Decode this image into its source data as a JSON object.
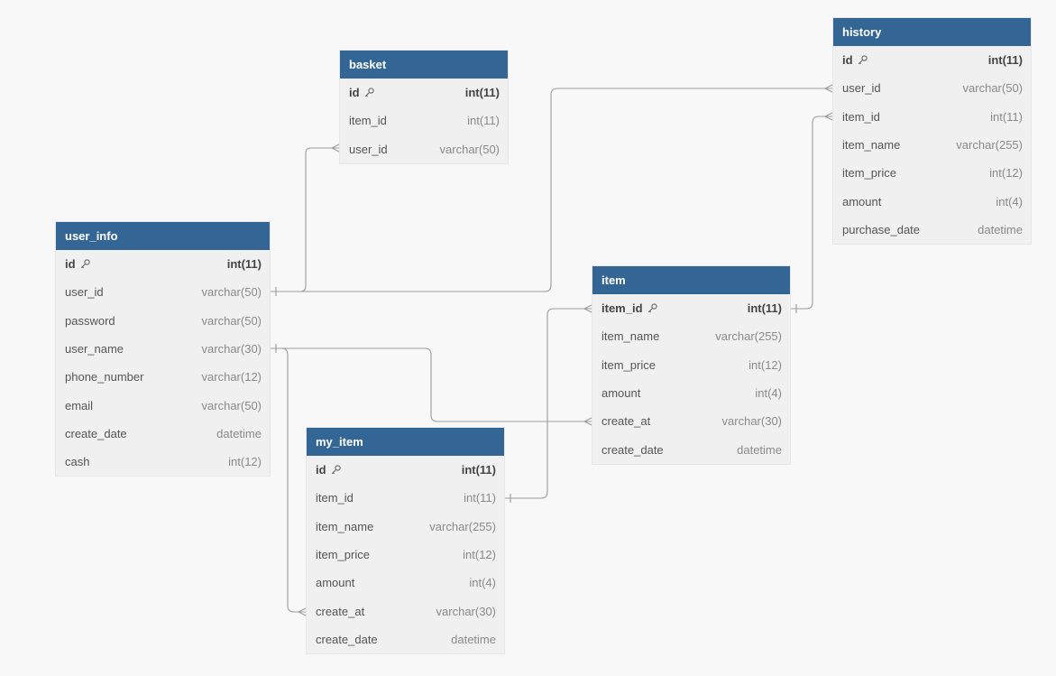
{
  "colors": {
    "canvas_bg": "#f8f8f8",
    "header_bg": "#336695",
    "header_text": "#ffffff",
    "table_bg": "#f0f0f0",
    "connector": "#9b9b9b"
  },
  "tables": {
    "basket": {
      "name": "basket",
      "columns": [
        {
          "name": "id",
          "type": "int(11)",
          "pk": true,
          "icon": "key-icon"
        },
        {
          "name": "item_id",
          "type": "int(11)"
        },
        {
          "name": "user_id",
          "type": "varchar(50)"
        }
      ]
    },
    "history": {
      "name": "history",
      "columns": [
        {
          "name": "id",
          "type": "int(11)",
          "pk": true,
          "icon": "key-icon"
        },
        {
          "name": "user_id",
          "type": "varchar(50)"
        },
        {
          "name": "item_id",
          "type": "int(11)"
        },
        {
          "name": "item_name",
          "type": "varchar(255)"
        },
        {
          "name": "item_price",
          "type": "int(12)"
        },
        {
          "name": "amount",
          "type": "int(4)"
        },
        {
          "name": "purchase_date",
          "type": "datetime"
        }
      ]
    },
    "user_info": {
      "name": "user_info",
      "columns": [
        {
          "name": "id",
          "type": "int(11)",
          "pk": true,
          "icon": "key-icon"
        },
        {
          "name": "user_id",
          "type": "varchar(50)"
        },
        {
          "name": "password",
          "type": "varchar(50)"
        },
        {
          "name": "user_name",
          "type": "varchar(30)"
        },
        {
          "name": "phone_number",
          "type": "varchar(12)"
        },
        {
          "name": "email",
          "type": "varchar(50)"
        },
        {
          "name": "create_date",
          "type": "datetime"
        },
        {
          "name": "cash",
          "type": "int(12)"
        }
      ]
    },
    "item": {
      "name": "item",
      "columns": [
        {
          "name": "item_id",
          "type": "int(11)",
          "pk": true,
          "icon": "key-icon"
        },
        {
          "name": "item_name",
          "type": "varchar(255)"
        },
        {
          "name": "item_price",
          "type": "int(12)"
        },
        {
          "name": "amount",
          "type": "int(4)"
        },
        {
          "name": "create_at",
          "type": "varchar(30)"
        },
        {
          "name": "create_date",
          "type": "datetime"
        }
      ]
    },
    "my_item": {
      "name": "my_item",
      "columns": [
        {
          "name": "id",
          "type": "int(11)",
          "pk": true,
          "icon": "key-icon"
        },
        {
          "name": "item_id",
          "type": "int(11)"
        },
        {
          "name": "item_name",
          "type": "varchar(255)"
        },
        {
          "name": "item_price",
          "type": "int(12)"
        },
        {
          "name": "amount",
          "type": "int(4)"
        },
        {
          "name": "create_at",
          "type": "varchar(30)"
        },
        {
          "name": "create_date",
          "type": "datetime"
        }
      ]
    }
  },
  "relationships": [
    {
      "from": "user_info.user_id",
      "to": "basket.user_id",
      "cardinality": "one-to-many"
    },
    {
      "from": "user_info.user_id",
      "to": "history.user_id",
      "cardinality": "one-to-many"
    },
    {
      "from": "user_info.user_name",
      "to": "item.create_at",
      "cardinality": "one-to-many"
    },
    {
      "from": "user_info.user_name",
      "to": "my_item.create_at",
      "cardinality": "one-to-many"
    },
    {
      "from": "item.item_id",
      "to": "history.item_id",
      "cardinality": "one-to-many"
    },
    {
      "from": "my_item.item_id",
      "to": "item.item_id",
      "cardinality": "one-to-many"
    }
  ]
}
